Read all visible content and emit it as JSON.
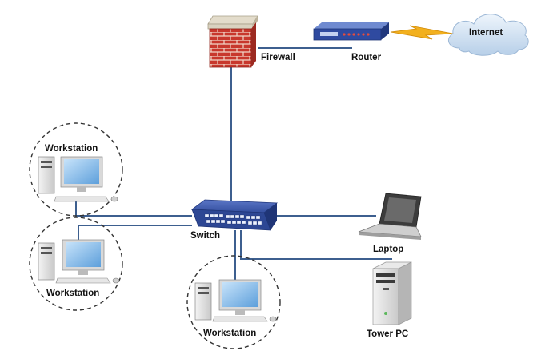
{
  "labels": {
    "internet": "Internet",
    "router": "Router",
    "firewall": "Firewall",
    "switch": "Switch",
    "laptop": "Laptop",
    "tower_pc": "Tower PC",
    "workstation_1": "Workstation",
    "workstation_2": "Workstation",
    "workstation_3": "Workstation"
  },
  "colors": {
    "link_line": "#3d5f8f",
    "wireless_bolt": "#f2b01e",
    "cloud": "#cfe0f2",
    "firewall_brick": "#c8382d",
    "firewall_cap": "#d9d2c0",
    "switch_body": "#3a55a8",
    "router_body": "#2f4aa0",
    "dashed_circle": "#333333",
    "screen": "#8fc2ec"
  },
  "icons": {
    "internet": "cloud-icon",
    "router": "router-icon",
    "firewall": "firewall-icon",
    "switch": "network-switch-icon",
    "laptop": "laptop-icon",
    "tower_pc": "tower-pc-icon",
    "workstation": "workstation-icon"
  }
}
